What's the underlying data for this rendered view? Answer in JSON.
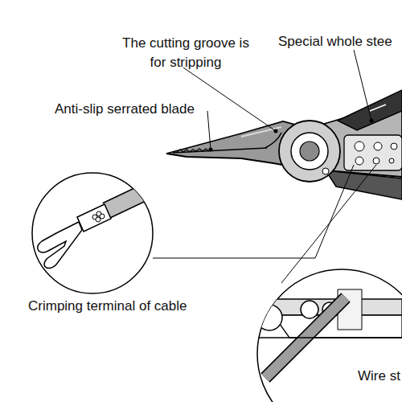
{
  "diagram": {
    "labels": [
      "The cutting groove is for stripping",
      "Special whole stee",
      "Anti-slip serrated blade",
      "Crimping terminal of cable",
      "Wire st"
    ]
  }
}
